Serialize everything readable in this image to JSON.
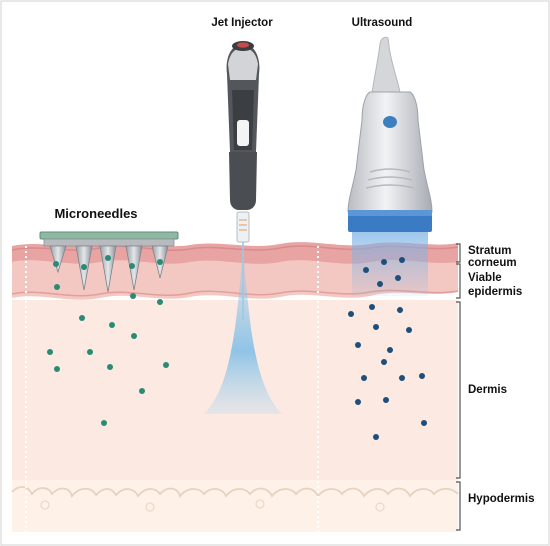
{
  "devices": {
    "jet_injector": "Jet Injector",
    "ultrasound": "Ultrasound",
    "microneedles": "Microneedles"
  },
  "layers": {
    "stratum_corneum": [
      "Stratum",
      "corneum"
    ],
    "viable_epidermis": [
      "Viable",
      "epidermis"
    ],
    "dermis": "Dermis",
    "hypodermis": "Hypodermis"
  },
  "colors": {
    "stratum_corneum": "#e9a6a6",
    "epidermis": "#f6d0cb",
    "dermis": "#fbe9e2",
    "hypodermis": "#fdf3ea",
    "microneedle_particle": "#2a8a74",
    "ultrasound_particle": "#1d4f7a",
    "jet_stream": "#8fc8ea"
  }
}
